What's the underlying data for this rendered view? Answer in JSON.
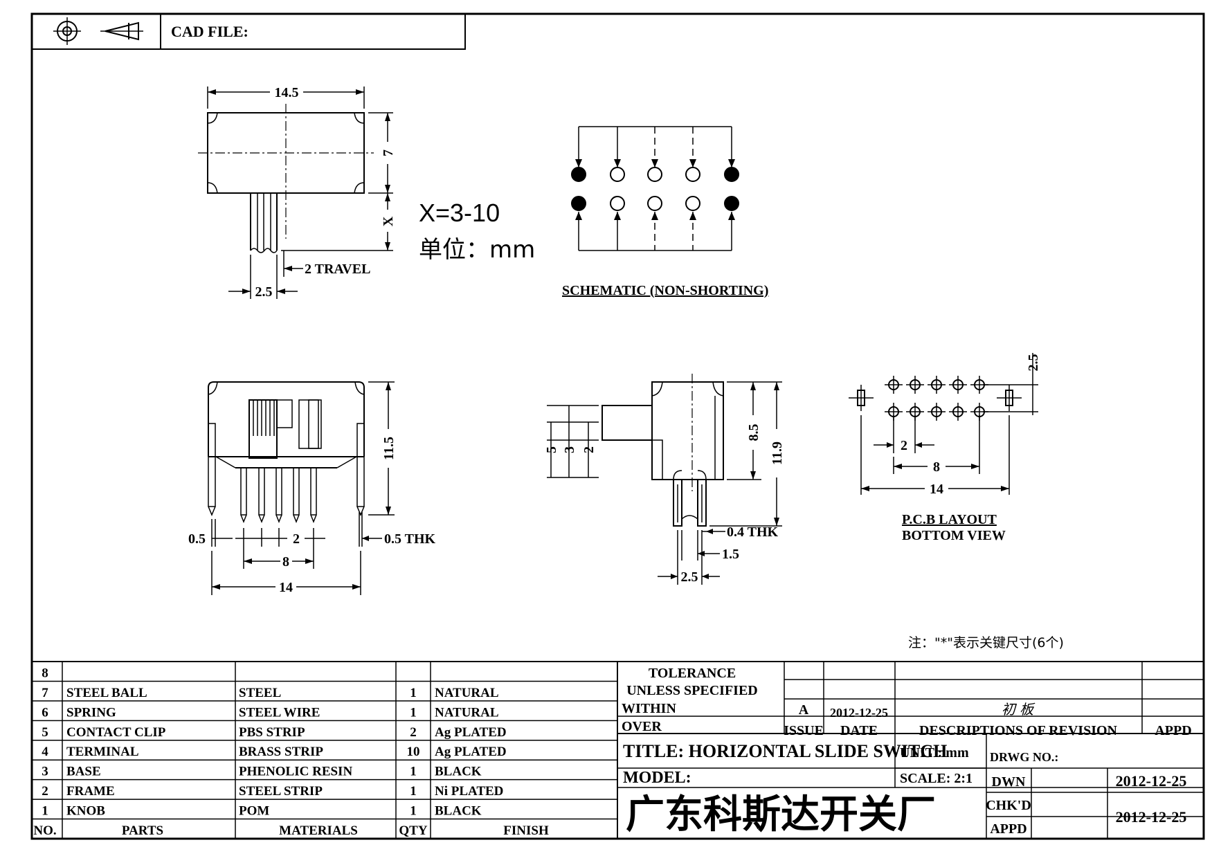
{
  "header": {
    "cad_label": "CAD FILE:"
  },
  "top_view": {
    "dim_width": "14.5",
    "dim_height": "7",
    "dim_x": "X",
    "dim_travel": "2 TRAVEL",
    "dim_knob": "2.5"
  },
  "notes": {
    "x_range": "X=3-10",
    "unit": "单位：mm",
    "key_dims": "注：\"*\"表示关键尺寸(6个)"
  },
  "schematic": {
    "caption": "SCHEMATIC (NON-SHORTING)"
  },
  "front_view": {
    "dim_height": "11.5",
    "dim_left": "0.5",
    "dim_pitch": "2",
    "dim_thk": "0.5 THK",
    "dim_span": "8",
    "dim_total": "14"
  },
  "side_view": {
    "dim_5": "5",
    "dim_3": "3",
    "dim_2": "2",
    "dim_85": "8.5",
    "dim_119": "11.9",
    "dim_thk": "0.4 THK",
    "dim_15": "1.5",
    "dim_25": "2.5"
  },
  "pcb": {
    "dim_pitch_v": "2.5",
    "dim_pitch": "2",
    "dim_span": "8",
    "dim_total": "14",
    "caption_1": "P.C.B LAYOUT",
    "caption_2": "BOTTOM VIEW"
  },
  "bom": {
    "headers": [
      "NO.",
      "PARTS",
      "MATERIALS",
      "QTY",
      "FINISH"
    ],
    "rows": [
      {
        "no": "8",
        "part": "",
        "material": "",
        "qty": "",
        "finish": ""
      },
      {
        "no": "7",
        "part": "STEEL BALL",
        "material": "STEEL",
        "qty": "1",
        "finish": "NATURAL"
      },
      {
        "no": "6",
        "part": "SPRING",
        "material": "STEEL WIRE",
        "qty": "1",
        "finish": "NATURAL"
      },
      {
        "no": "5",
        "part": "CONTACT CLIP",
        "material": "PBS STRIP",
        "qty": "2",
        "finish": "Ag PLATED"
      },
      {
        "no": "4",
        "part": "TERMINAL",
        "material": "BRASS STRIP",
        "qty": "10",
        "finish": "Ag PLATED"
      },
      {
        "no": "3",
        "part": "BASE",
        "material": "PHENOLIC RESIN",
        "qty": "1",
        "finish": "BLACK"
      },
      {
        "no": "2",
        "part": "FRAME",
        "material": "STEEL STRIP",
        "qty": "1",
        "finish": "Ni PLATED"
      },
      {
        "no": "1",
        "part": "KNOB",
        "material": "POM",
        "qty": "1",
        "finish": "BLACK"
      }
    ]
  },
  "title_block": {
    "tolerance": "TOLERANCE",
    "unless": "UNLESS   SPECIFIED",
    "within": "WITHIN",
    "over": "OVER",
    "issue_value": "A",
    "issue_date": "2012-12-25",
    "revision_text": "初 板",
    "issue_label": "ISSUE",
    "date_label": "DATE",
    "descriptions_label": "DESCRIPTIONS OF REVISION",
    "appd_label": "APPD",
    "title": "TITLE: HORIZONTAL SLIDE SWITCH",
    "unit": "UNIT : mm",
    "drwg_no": "DRWG NO.:",
    "model": "MODEL:",
    "scale": "SCALE: 2:1",
    "dwn_label": "DWN",
    "dwn_date": "2012-12-25",
    "chkd_label": "CHK'D",
    "appd2_label": "APPD",
    "chk_date": "2012-12-25",
    "company": "广东科斯达开关厂"
  }
}
